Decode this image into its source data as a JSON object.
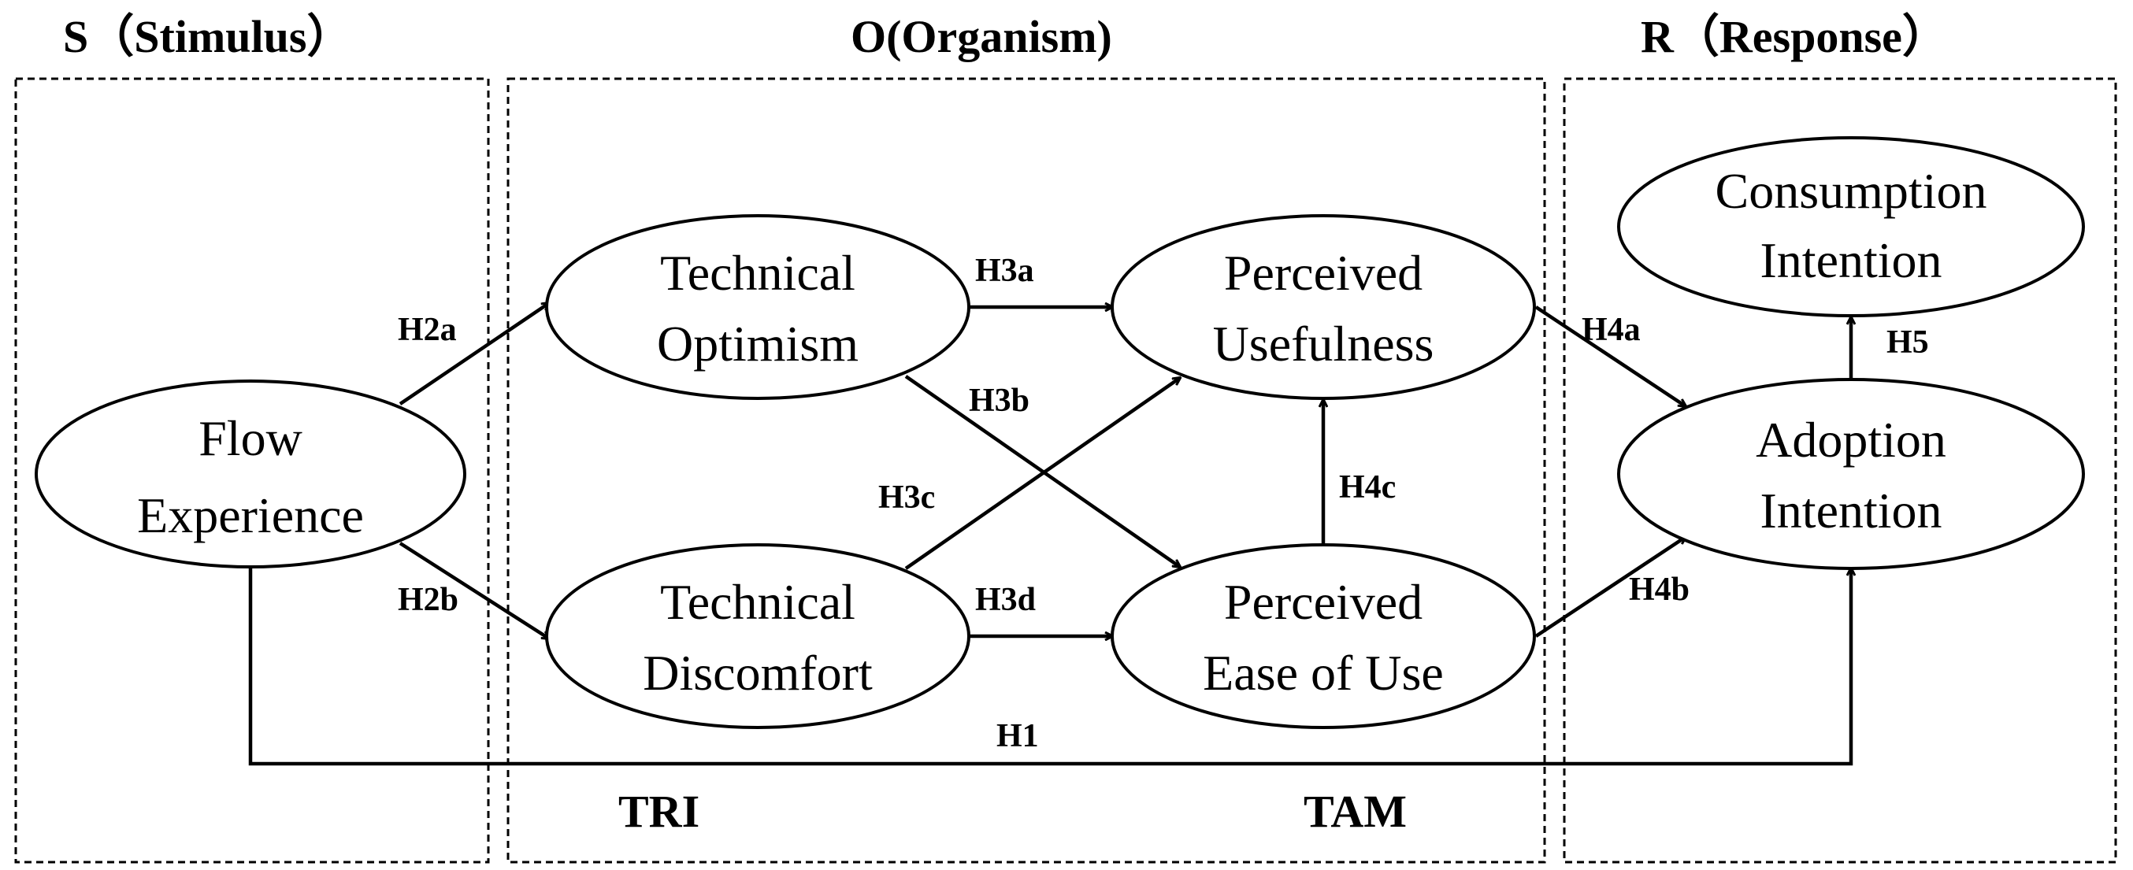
{
  "sections": {
    "stimulus": "S（Stimulus）",
    "organism": "O(Organism)",
    "response": "R（Response）"
  },
  "nodes": {
    "flow_experience": [
      "Flow",
      "Experience"
    ],
    "technical_optimism": [
      "Technical",
      "Optimism"
    ],
    "technical_discomfort": [
      "Technical",
      "Discomfort"
    ],
    "perceived_usefulness": [
      "Perceived",
      "Usefulness"
    ],
    "perceived_ease_of_use": [
      "Perceived",
      "Ease of Use"
    ],
    "adoption_intention": [
      "Adoption",
      "Intention"
    ],
    "consumption_intention": [
      "Consumption",
      "Intention"
    ]
  },
  "hypotheses": {
    "h1": "H1",
    "h2a": "H2a",
    "h2b": "H2b",
    "h3a": "H3a",
    "h3b": "H3b",
    "h3c": "H3c",
    "h3d": "H3d",
    "h4a": "H4a",
    "h4b": "H4b",
    "h4c": "H4c",
    "h5": "H5"
  },
  "models": {
    "tri": "TRI",
    "tam": "TAM"
  }
}
